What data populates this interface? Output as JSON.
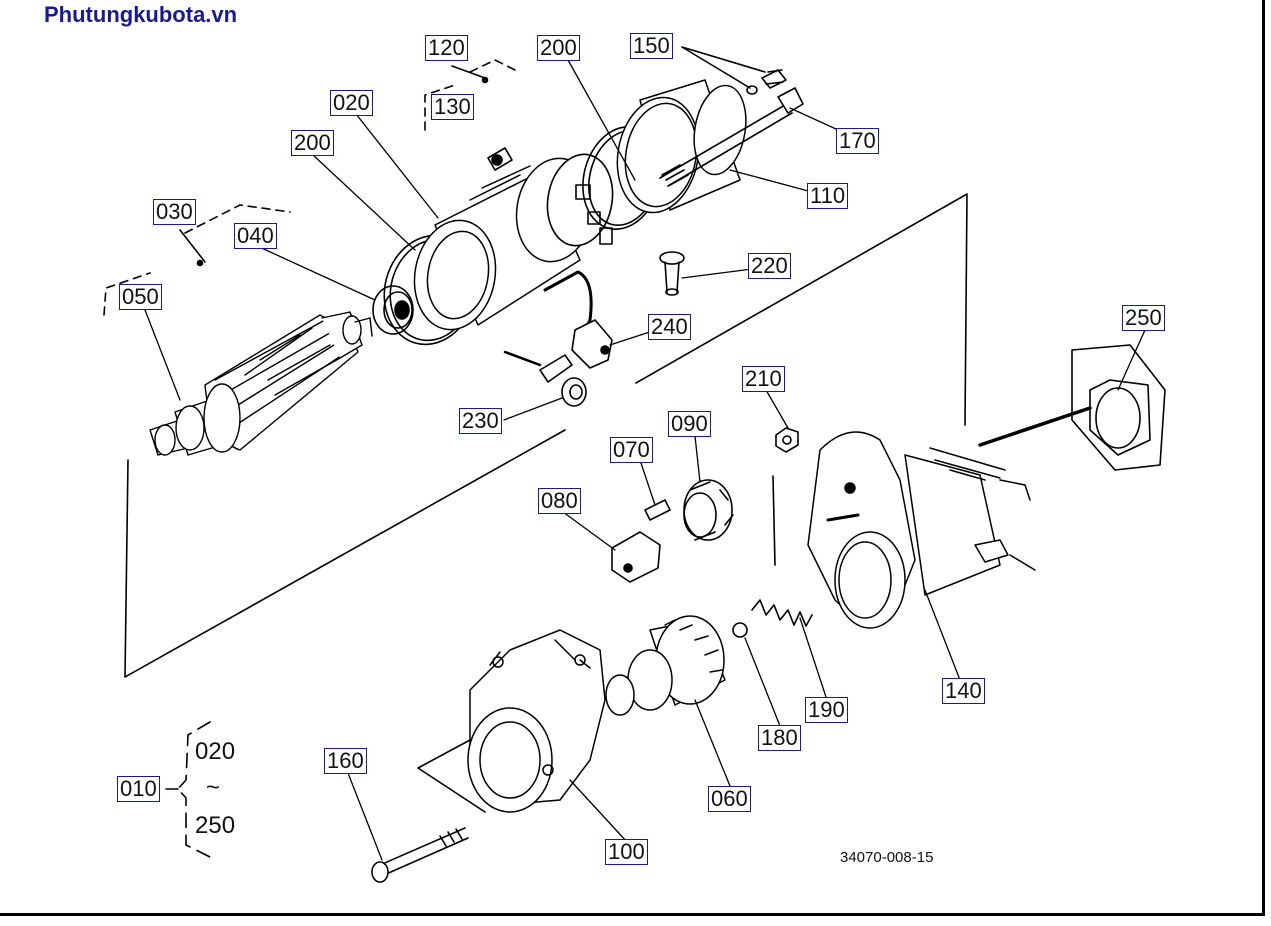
{
  "site": {
    "title": "Phutungkubota.vn"
  },
  "part_labels": {
    "p010": "010",
    "p020": "020",
    "p030": "030",
    "p040": "040",
    "p050": "050",
    "p060": "060",
    "p070": "070",
    "p080": "080",
    "p090": "090",
    "p100": "100",
    "p110": "110",
    "p120": "120",
    "p130": "130",
    "p140": "140",
    "p150": "150",
    "p160": "160",
    "p170": "170",
    "p180": "180",
    "p190": "190",
    "p200a": "200",
    "p200b": "200",
    "p210": "210",
    "p220": "220",
    "p230": "230",
    "p240": "240",
    "p250": "250"
  },
  "range": {
    "from": "020",
    "sep": "~",
    "to": "250"
  },
  "drawing_code": "34070-008-15",
  "colors": {
    "label_border": "#1a1a8c",
    "title": "#1a1a8c",
    "line": "#000000"
  }
}
